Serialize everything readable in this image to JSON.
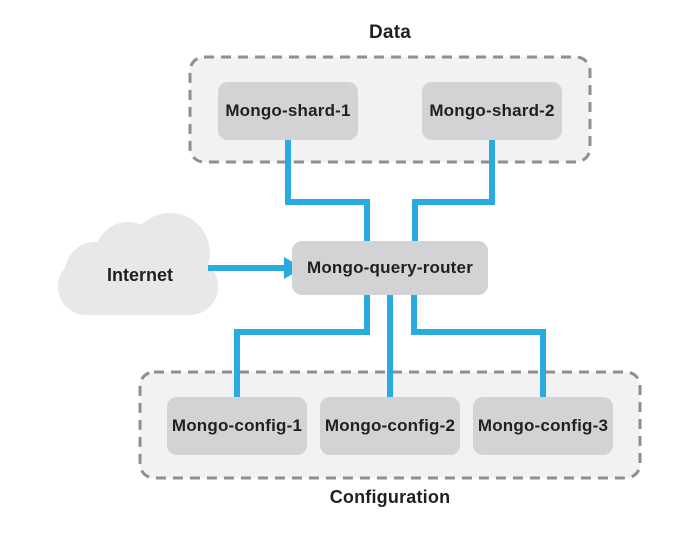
{
  "diagram": {
    "data_group": {
      "label": "Data",
      "nodes": [
        {
          "label": "Mongo-shard-1"
        },
        {
          "label": "Mongo-shard-2"
        }
      ]
    },
    "internet": {
      "label": "Internet",
      "icon": "cloud-icon"
    },
    "router": {
      "label": "Mongo-query-router"
    },
    "config_group": {
      "label": "Configuration",
      "nodes": [
        {
          "label": "Mongo-config-1"
        },
        {
          "label": "Mongo-config-2"
        },
        {
          "label": "Mongo-config-3"
        }
      ]
    },
    "colors": {
      "connector": "#29abe2",
      "node_fill": "#d1d3d4",
      "group_fill": "#f1f2f2",
      "group_border": "#8d8f90",
      "cloud_fill": "#e7e8ea",
      "text": "#231f20",
      "background": "#ffffff"
    }
  }
}
